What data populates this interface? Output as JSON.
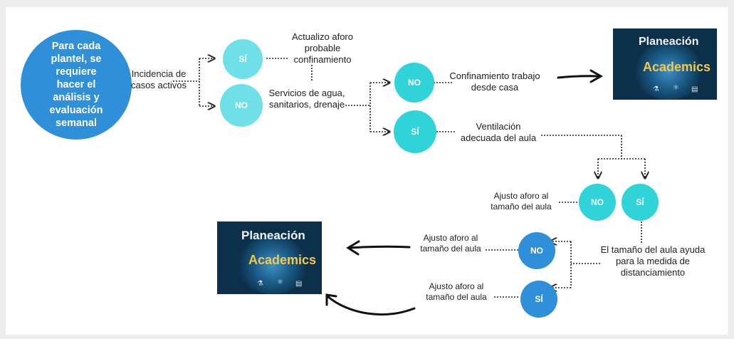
{
  "start": {
    "text": "Para cada plantel, se requiere hacer el análisis y evaluación semanal"
  },
  "labels": {
    "incidencia": "Incidencia de casos activos",
    "actualizo": "Actualizo aforo probable confinamiento",
    "servicios": "Servicios de agua, sanitarios, drenaje",
    "confinamiento": "Confinamiento trabajo desde casa",
    "ventilacion": "Ventilación adecuada del aula",
    "ajuste1": "Ajusto aforo al tamaño del aula",
    "ajuste2": "Ajusto aforo al tamaño del aula",
    "ajuste3": "Ajusto aforo al tamaño del aula",
    "tamano": "El tamaño del aula ayuda para la medida de distanciamiento"
  },
  "nodes": {
    "si1": "SÍ",
    "no1": "NO",
    "no2": "NO",
    "si2": "SÍ",
    "no3": "NO",
    "si3": "SÍ",
    "no4": "NO",
    "si4": "SÍ"
  },
  "logo": {
    "line1": "Planeación",
    "line2": "Academics"
  },
  "colors": {
    "primary_blue": "#2f8fd8",
    "light_teal": "#6fe0e8",
    "teal": "#2fd3d8"
  }
}
